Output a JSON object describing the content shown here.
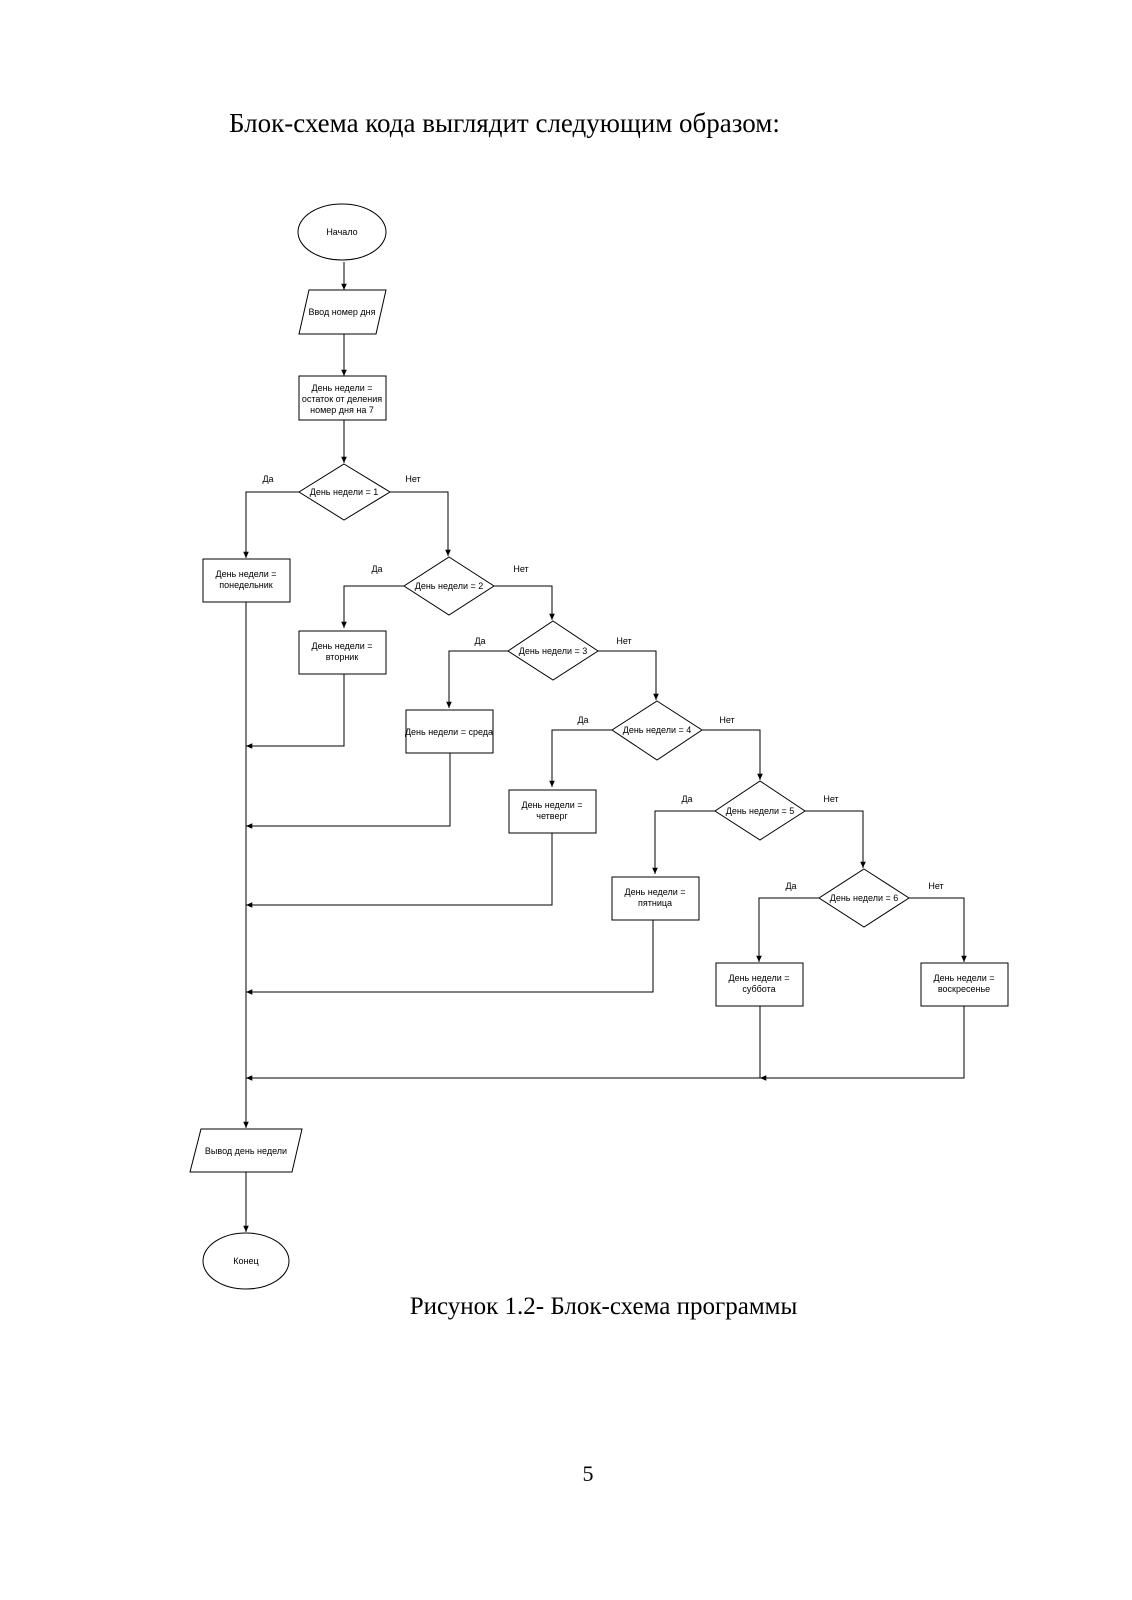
{
  "document": {
    "intro": "Блок-схема кода выглядит следующим образом:",
    "caption": "Рисунок 1.2- Блок-схема программы",
    "page_number": "5"
  },
  "flowchart": {
    "start": "Начало",
    "input": "Ввод номер дня",
    "compute": [
      "День недели =",
      "остаток от деления",
      "номер дня на 7"
    ],
    "yes_label": "Да",
    "no_label": "Нет",
    "decisions": [
      "День недели = 1",
      "День недели = 2",
      "День недели = 3",
      "День недели = 4",
      "День недели = 5",
      "День недели = 6"
    ],
    "results": {
      "monday": [
        "День недели =",
        "понедельник"
      ],
      "tuesday": [
        "День недели =",
        "вторник"
      ],
      "wednesday": [
        "День недели = среда"
      ],
      "thursday": [
        "День недели =",
        "четверг"
      ],
      "friday": [
        "День недели =",
        "пятница"
      ],
      "saturday": [
        "День недели =",
        "суббота"
      ],
      "sunday": [
        "День недели =",
        "воскресенье"
      ]
    },
    "output": "Вывод день недели",
    "end": "Конец"
  }
}
